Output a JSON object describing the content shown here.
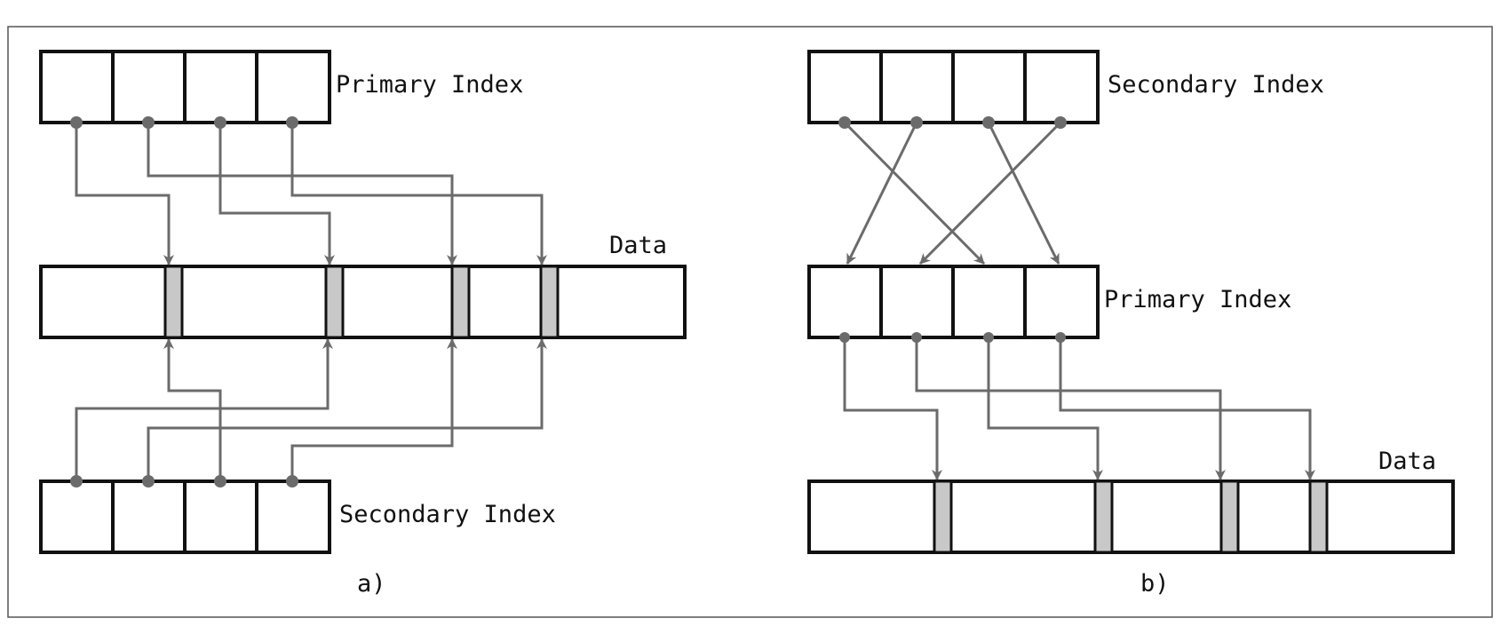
{
  "figure": {
    "panel_a": {
      "top_index_label": "Primary Index",
      "data_label": "Data",
      "bottom_index_label": "Secondary Index",
      "caption": "a)"
    },
    "panel_b": {
      "top_index_label": "Secondary Index",
      "middle_index_label": "Primary Index",
      "data_label": "Data",
      "caption": "b)"
    },
    "colors": {
      "outline": "#111111",
      "pointer": "#6b6b6b",
      "record": "#c8c8c8",
      "frame": "#555555"
    }
  }
}
